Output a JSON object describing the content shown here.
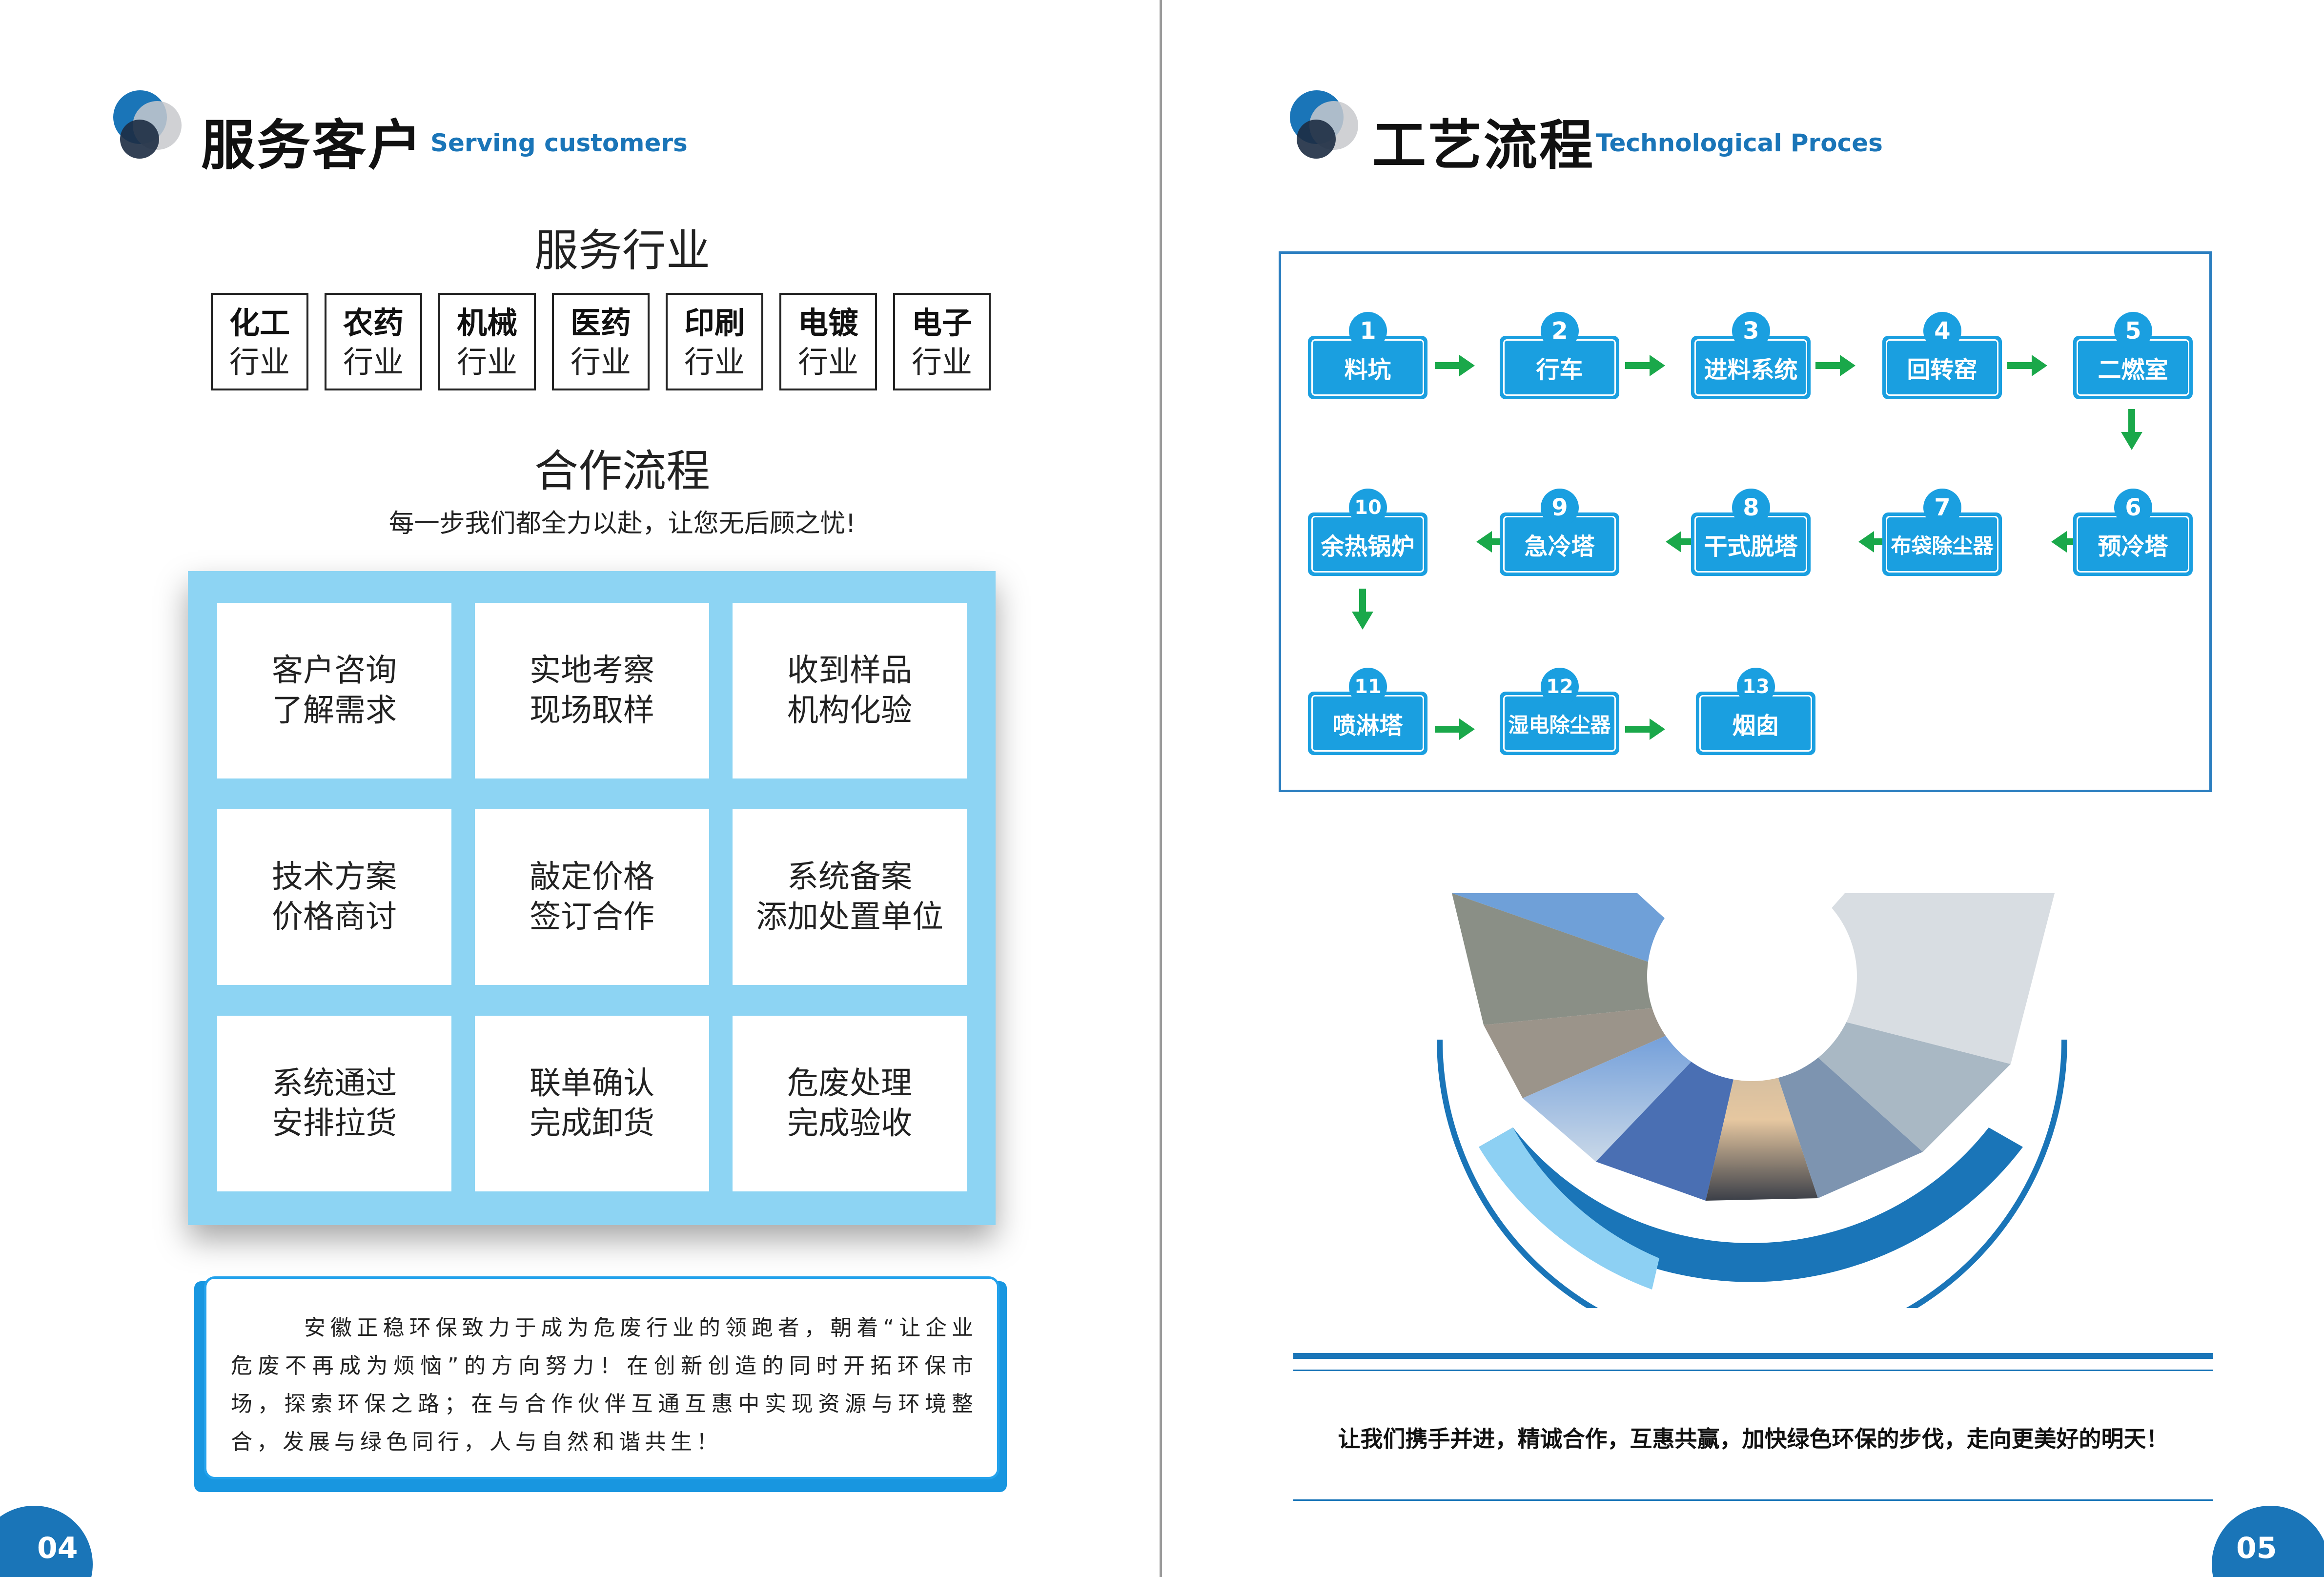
{
  "left_page": {
    "title": "服务客户",
    "subtitle": "Serving customers",
    "industry_heading": "服务行业",
    "industries": [
      {
        "a": "化工",
        "b": "行业"
      },
      {
        "a": "农药",
        "b": "行业"
      },
      {
        "a": "机械",
        "b": "行业"
      },
      {
        "a": "医药",
        "b": "行业"
      },
      {
        "a": "印刷",
        "b": "行业"
      },
      {
        "a": "电镀",
        "b": "行业"
      },
      {
        "a": "电子",
        "b": "行业"
      }
    ],
    "coop_heading": "合作流程",
    "coop_sub": "每一步我们都全力以赴，让您无后顾之忧!",
    "steps": [
      {
        "l1": "客户咨询",
        "l2": "了解需求"
      },
      {
        "l1": "实地考察",
        "l2": "现场取样"
      },
      {
        "l1": "收到样品",
        "l2": "机构化验"
      },
      {
        "l1": "技术方案",
        "l2": "价格商讨"
      },
      {
        "l1": "敲定价格",
        "l2": "签订合作"
      },
      {
        "l1": "系统备案",
        "l2": "添加处置单位"
      },
      {
        "l1": "系统通过",
        "l2": "安排拉货"
      },
      {
        "l1": "联单确认",
        "l2": "完成卸货"
      },
      {
        "l1": "危废处理",
        "l2": "完成验收"
      }
    ],
    "intro": "安徽正稳环保致力于成为危废行业的领跑者，朝着“让企业危废不再成为烦恼”的方向努力！在创新创造的同时开拓环保市场，探索环保之路；在与合作伙伴互通互惠中实现资源与环境整合，发展与绿色同行，人与自然和谐共生！",
    "page_number": "04"
  },
  "right_page": {
    "title": "工艺流程",
    "subtitle": "Technological  Proces",
    "nodes": [
      {
        "n": "1",
        "label": "料坑"
      },
      {
        "n": "2",
        "label": "行车"
      },
      {
        "n": "3",
        "label": "进料系统"
      },
      {
        "n": "4",
        "label": "回转窑"
      },
      {
        "n": "5",
        "label": "二燃室"
      },
      {
        "n": "6",
        "label": "预冷塔"
      },
      {
        "n": "7",
        "label": "布袋除尘器"
      },
      {
        "n": "8",
        "label": "干式脱塔"
      },
      {
        "n": "9",
        "label": "急冷塔"
      },
      {
        "n": "10",
        "label": "余热锅炉"
      },
      {
        "n": "11",
        "label": "喷淋塔"
      },
      {
        "n": "12",
        "label": "湿电除尘器"
      },
      {
        "n": "13",
        "label": "烟囱"
      }
    ],
    "slogan": "让我们携手并进，精诚合作，互惠共赢，加快绿色环保的步伐，走向更美好的明天！",
    "page_number": "05"
  },
  "colors": {
    "brand_blue": "#1a75b8",
    "node_blue": "#1a9fe0",
    "arrow_green": "#1aa84a",
    "grid_bg": "#8dd4f3"
  }
}
